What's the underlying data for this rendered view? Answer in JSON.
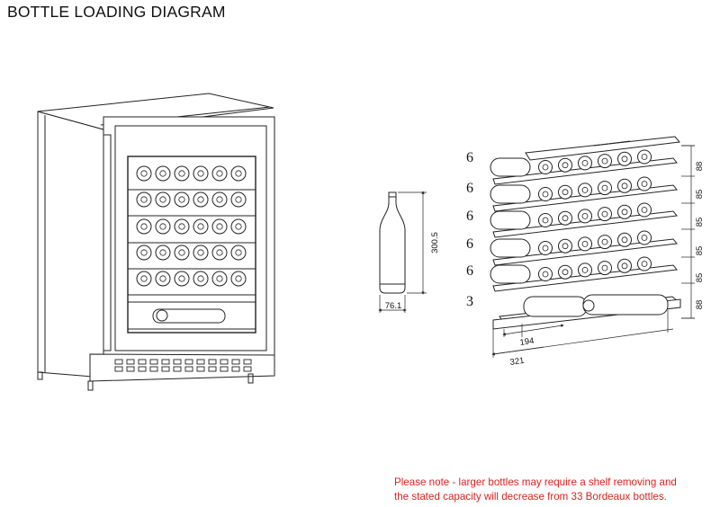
{
  "title": "BOTTLE LOADING DIAGRAM",
  "note": {
    "line1": "Please note - larger bottles may require a shelf removing and",
    "line2": "the stated capacity will decrease from 33 Bordeaux bottles."
  },
  "bottle": {
    "height": "300.5",
    "diameter": "76.1"
  },
  "shelves": [
    {
      "count": "6",
      "height": "88"
    },
    {
      "count": "6",
      "height": "85"
    },
    {
      "count": "6",
      "height": "85"
    },
    {
      "count": "6",
      "height": "85"
    },
    {
      "count": "6",
      "height": "85"
    },
    {
      "count": "3",
      "height": "88"
    }
  ],
  "depths": {
    "inner": "194",
    "outer": "321"
  },
  "colors": {
    "note": "#d9231d",
    "line": "#222222"
  }
}
